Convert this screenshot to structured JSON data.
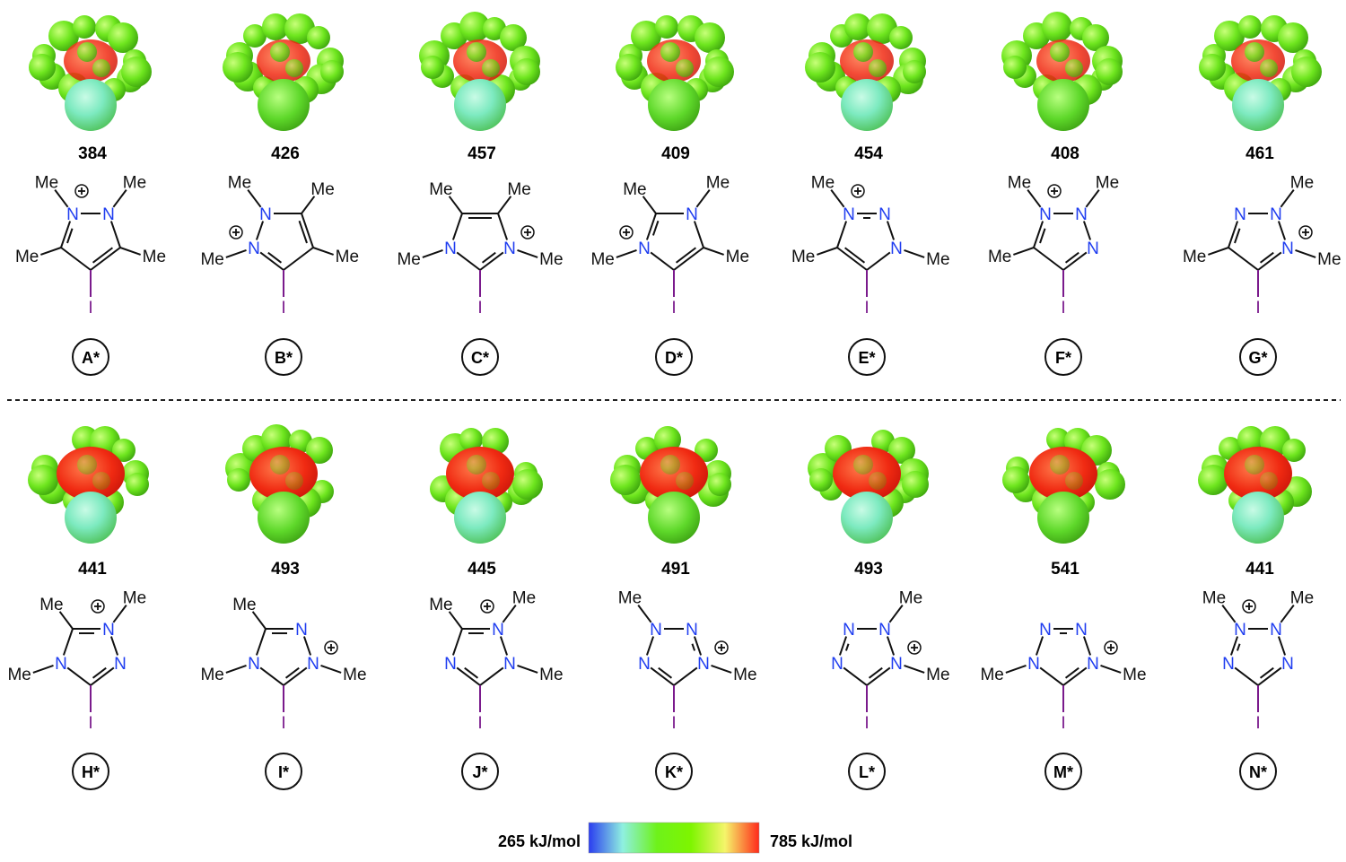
{
  "colors": {
    "nitrogen": "#1f3df0",
    "iodine": "#7a1a8c",
    "bond": "#111111"
  },
  "colorbar": {
    "min_label": "265 kJ/mol",
    "max_label": "785 kJ/mol",
    "min_value": 265,
    "max_value": 785,
    "stops": [
      "#2a3cf0",
      "#8ff0e0",
      "#6ef21a",
      "#7ef500",
      "#f5f56a",
      "#ff2a1a"
    ]
  },
  "rows": [
    {
      "compounds": [
        {
          "label": "A*",
          "energy": "384",
          "atoms": [
            "C",
            "C",
            "N",
            "N",
            "C"
          ],
          "subs": [
            "I",
            "Me",
            "Me",
            "Me",
            "Me"
          ],
          "charge": 3,
          "doubles": [
            3,
            0
          ]
        },
        {
          "label": "B*",
          "energy": "426",
          "atoms": [
            "C",
            "C",
            "C",
            "N",
            "N"
          ],
          "subs": [
            "I",
            "Me",
            "Me",
            "Me",
            "Me"
          ],
          "charge": 4,
          "doubles": [
            1,
            4
          ]
        },
        {
          "label": "C*",
          "energy": "457",
          "atoms": [
            "C",
            "N",
            "C",
            "C",
            "N"
          ],
          "subs": [
            "I",
            "Me",
            "Me",
            "Me",
            "Me"
          ],
          "charge": 1,
          "doubles": [
            2,
            0
          ]
        },
        {
          "label": "D*",
          "energy": "409",
          "atoms": [
            "C",
            "C",
            "N",
            "C",
            "N"
          ],
          "subs": [
            "I",
            "Me",
            "Me",
            "Me",
            "Me"
          ],
          "charge": 4,
          "doubles": [
            3,
            0
          ]
        },
        {
          "label": "E*",
          "energy": "454",
          "atoms": [
            "C",
            "N",
            "N",
            "N",
            "C"
          ],
          "subs": [
            "I",
            "Me",
            "",
            "Me",
            "Me"
          ],
          "charge": 3,
          "doubles": [
            2,
            4
          ]
        },
        {
          "label": "F*",
          "energy": "408",
          "atoms": [
            "C",
            "N",
            "N",
            "N",
            "C"
          ],
          "subs": [
            "I",
            "",
            "Me",
            "Me",
            "Me"
          ],
          "charge": 3,
          "doubles": [
            3,
            0
          ]
        },
        {
          "label": "G*",
          "energy": "461",
          "atoms": [
            "C",
            "N",
            "N",
            "N",
            "C"
          ],
          "subs": [
            "I",
            "Me",
            "Me",
            "",
            "Me"
          ],
          "charge": 1,
          "doubles": [
            3,
            0
          ]
        }
      ]
    },
    {
      "compounds": [
        {
          "label": "H*",
          "energy": "441",
          "atoms": [
            "C",
            "N",
            "N",
            "C",
            "N"
          ],
          "subs": [
            "I",
            "",
            "Me",
            "Me",
            "Me"
          ],
          "charge": 2,
          "doubles": [
            2,
            0
          ]
        },
        {
          "label": "I*",
          "energy": "493",
          "atoms": [
            "C",
            "N",
            "N",
            "C",
            "N"
          ],
          "subs": [
            "I",
            "Me",
            "",
            "Me",
            "Me"
          ],
          "charge": 1,
          "doubles": [
            2,
            0
          ]
        },
        {
          "label": "J*",
          "energy": "445",
          "atoms": [
            "C",
            "N",
            "N",
            "C",
            "N"
          ],
          "subs": [
            "I",
            "Me",
            "Me",
            "Me",
            ""
          ],
          "charge": 2,
          "doubles": [
            2,
            4
          ]
        },
        {
          "label": "K*",
          "energy": "491",
          "atoms": [
            "C",
            "N",
            "N",
            "N",
            "N"
          ],
          "subs": [
            "I",
            "Me",
            "",
            "Me",
            ""
          ],
          "charge": 1,
          "doubles": [
            1,
            4
          ]
        },
        {
          "label": "L*",
          "energy": "493",
          "atoms": [
            "C",
            "N",
            "N",
            "N",
            "N"
          ],
          "subs": [
            "I",
            "Me",
            "Me",
            "",
            ""
          ],
          "charge": 1,
          "doubles": [
            3,
            0
          ]
        },
        {
          "label": "M*",
          "energy": "541",
          "atoms": [
            "C",
            "N",
            "N",
            "N",
            "N"
          ],
          "subs": [
            "I",
            "Me",
            "",
            "",
            "Me"
          ],
          "charge": 1,
          "doubles": [
            2,
            0
          ]
        },
        {
          "label": "N*",
          "energy": "441",
          "atoms": [
            "C",
            "N",
            "N",
            "N",
            "N"
          ],
          "subs": [
            "I",
            "",
            "Me",
            "Me",
            ""
          ],
          "charge": 3,
          "doubles": [
            3,
            0
          ]
        }
      ]
    }
  ]
}
